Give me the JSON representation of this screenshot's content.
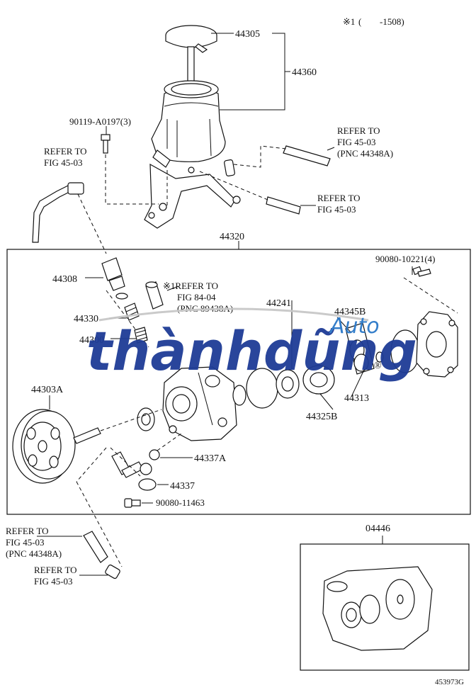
{
  "watermark": {
    "brand": "thànhdũng",
    "sub": "Auto",
    "registered": "®",
    "color_main": "#1e3c96",
    "color_sub": "#2a78c8"
  },
  "note": {
    "mark": "※1",
    "paren_open": "(",
    "range": "-1508)"
  },
  "labels": {
    "p44305": "44305",
    "p44360": "44360",
    "p90119": "90119-A0197(3)",
    "p44320": "44320",
    "p44308": "44308",
    "p44330": "44330",
    "p44300": "44300",
    "p44303a": "44303A",
    "p44345b": "44345B",
    "p44241": "44241",
    "p44313": "44313",
    "p44325b": "44325B",
    "p44337a": "44337A",
    "p44337": "44337",
    "p90080_11463": "90080-11463",
    "p90080_10221": "90080-10221(4)",
    "p04446": "04446",
    "diagram_id": "453973G"
  },
  "refs": {
    "refer_to": "REFER TO",
    "fig_45_03": "FIG 45-03",
    "pnc_44348a": "(PNC 44348A)",
    "refer_mark": "※1REFER TO",
    "fig_84_04": "FIG 84-04",
    "pnc_89438a": "(PNC 89438A)"
  }
}
